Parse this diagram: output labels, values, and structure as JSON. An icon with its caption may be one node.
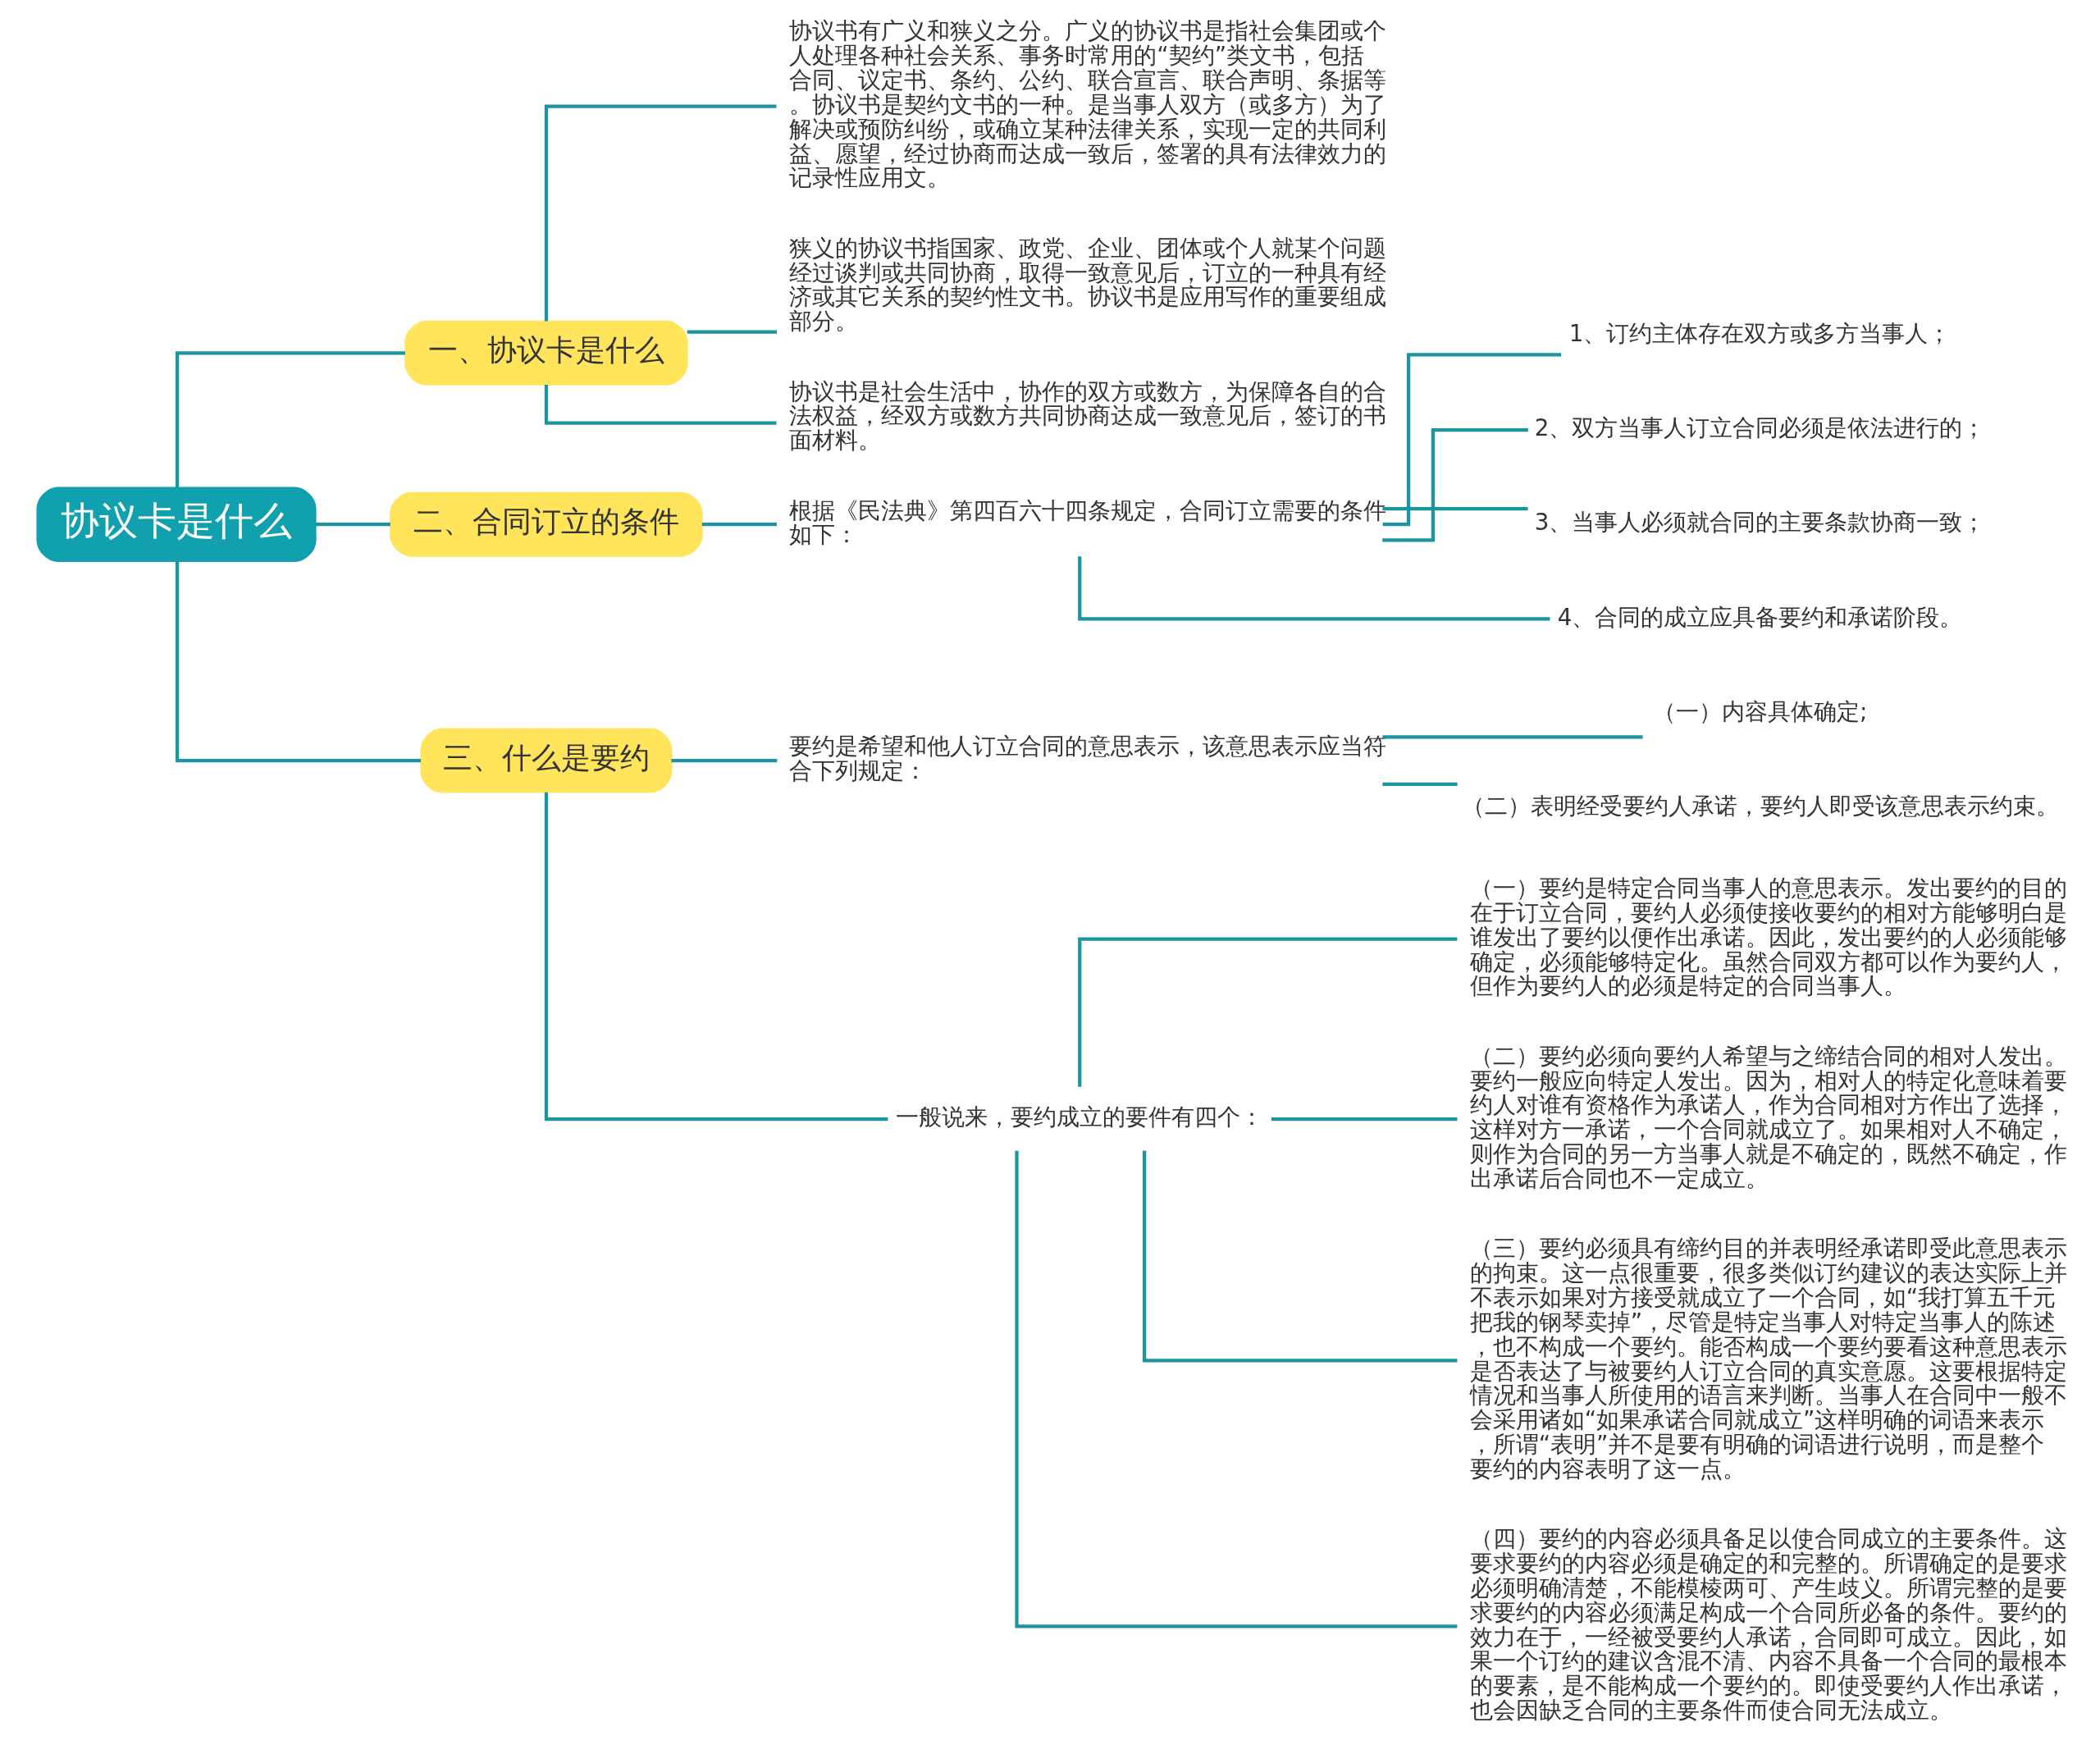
{
  "diagram": {
    "nodes": [
      {
        "text": [
          "协议卡是什么"
        ]
      },
      {
        "text": [
          "一、协议卡是什么"
        ]
      },
      {
        "text": [
          "协议书有广义和狭义之分。广义的协议书是指社会集团或个人处理各种社会关系、事务时常用的“契约”类文书，包括合同、议定书、条约、公约、联合宣言、联合声明、条据等。协议书是契约文书的一种。是当事人双方（或多方）为了解决或预防纠纷，或确立某种法律关系，实现一定的共同利益、愿望，经过协商而达成一致后，签署的具有法律效力的记录性应用文。"
        ]
      },
      {
        "text": [
          "狭义的协议书指国家、政党、企业、团体或个人就某个问题经过谈判或共同协商，取得一致意见后，订立的一种具有经济或其它关系的契约性文书。协议书是应用写作的重要组成部分。"
        ]
      },
      {
        "text": [
          "协议书是社会生活中，协作的双方或数方，为保障各自的合法权益，经双方或数方共同协商达成一致意见后，签订的书面材料。"
        ]
      },
      {
        "text": [
          "二、合同订立的条件"
        ]
      },
      {
        "text": [
          "根据《民法典》第四百六十四条规定，合同订立需要的条件如下："
        ]
      },
      {
        "text": [
          "1、订约主体存在双方或多方当事人；"
        ]
      },
      {
        "text": [
          "2、双方当事人订立合同必须是依法进行的；"
        ]
      },
      {
        "text": [
          "3、当事人必须就合同的主要条款协商一致；"
        ]
      },
      {
        "text": [
          "4、合同的成立应具备要约和承诺阶段。"
        ]
      },
      {
        "text": [
          "三、什么是要约"
        ]
      },
      {
        "text": [
          "要约是希望和他人订立合同的意思表示，该意思表示应当符合下列规定："
        ]
      },
      {
        "text": [
          "（一）内容具体确定;"
        ]
      },
      {
        "text": [
          "（二）表明经受要约人承诺，要约人即受该意思表示约束。"
        ]
      },
      {
        "text": [
          "一般说来，要约成立的要件有四个："
        ]
      },
      {
        "text": [
          "（一）要约是特定合同当事人的意思表示。发出要约的目的在于订立合同，要约人必须使接收要约的相对方能够明白是谁发出了要约以便作出承诺。因此，发出要约的人必须能够确定，必须能够特定化。虽然合同双方都可以作为要约人，但作为要约人的必须是特定的合同当事人。"
        ]
      },
      {
        "text": [
          "（二）要约必须向要约人希望与之缔结合同的相对人发出。要约一般应向特定人发出。因为，相对人的特定化意味着要约人对谁有资格作为承诺人，作为合同相对方作出了选择，这样对方一承诺，一个合同就成立了。如果相对人不确定，则作为合同的另一方当事人就是不确定的，既然不确定，作出承诺后合同也不一定成立。"
        ]
      },
      {
        "text": [
          "（三）要约必须具有缔约目的并表明经承诺即受此意思表示的拘束。这一点很重要，很多类似订约建议的表达实际上并不表示如果对方接受就成立了一个合同，如“我打算五千元把我的钢琴卖掉”，尽管是特定当事人对特定当事人的陈述，也不构成一个要约。能否构成一个要约要看这种意思表示是否表达了与被要约人订立合同的真实意愿。这要根据特定情况和当事人所使用的语言来判断。当事人在合同中一般不会采用诸如“如果承诺合同就成立”这样明确的词语来表示，所谓“表明”并不是要有明确的词语进行说明，而是整个要约的内容表明了这一点。"
        ]
      },
      {
        "text": [
          "（四）要约的内容必须具备足以使合同成立的主要条件。这要求要约的内容必须是确定的和完整的。所谓确定的是要求必须明确清楚，不能模棱两可、产生歧义。所谓完整的是要求要约的内容必须满足构成一个合同所必备的条件。要约的效力在于，一经被受要约人承诺，合同即可成立。因此，如果一个订约的建议含混不清、内容不具备一个合同的最根本的要素，是不能构成一个要约的。即使受要约人作出承诺，也会因缺乏合同的主要条件而使合同无法成立。"
        ]
      }
    ],
    "edges": [
      {
        "from": 0,
        "to": 1,
        "arrow": "none"
      },
      {
        "from": 1,
        "to": 2,
        "arrow": "none"
      },
      {
        "from": 1,
        "to": 3,
        "arrow": "none"
      },
      {
        "from": 1,
        "to": 4,
        "arrow": "none"
      },
      {
        "from": 0,
        "to": 5,
        "arrow": "none"
      },
      {
        "from": 5,
        "to": 6,
        "arrow": "none"
      },
      {
        "from": 6,
        "to": 7,
        "arrow": "none"
      },
      {
        "from": 6,
        "to": 8,
        "arrow": "none"
      },
      {
        "from": 6,
        "to": 9,
        "arrow": "none"
      },
      {
        "from": 6,
        "to": 10,
        "arrow": "none"
      },
      {
        "from": 0,
        "to": 11,
        "arrow": "none"
      },
      {
        "from": 11,
        "to": 12,
        "arrow": "none"
      },
      {
        "from": 12,
        "to": 13,
        "arrow": "none"
      },
      {
        "from": 12,
        "to": 14,
        "arrow": "none"
      },
      {
        "from": 11,
        "to": 15,
        "arrow": "none"
      },
      {
        "from": 15,
        "to": 16,
        "arrow": "none"
      },
      {
        "from": 15,
        "to": 17,
        "arrow": "none"
      },
      {
        "from": 15,
        "to": 18,
        "arrow": "none"
      },
      {
        "from": 15,
        "to": 19,
        "arrow": "none"
      }
    ]
  }
}
